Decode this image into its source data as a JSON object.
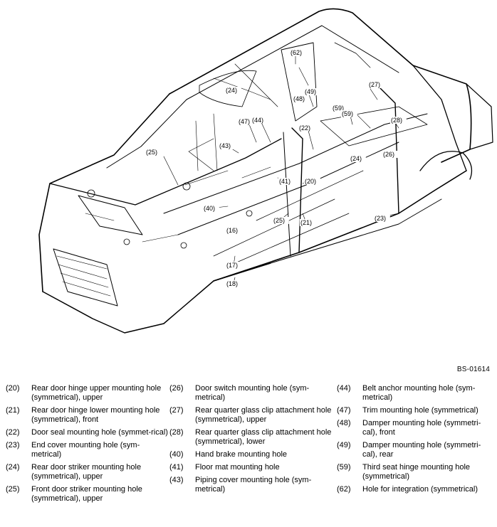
{
  "diagram": {
    "reference_code": "BS-01614",
    "callouts": [
      "(62)",
      "(24)",
      "(48)",
      "(49)",
      "(27)",
      "(47)",
      "(44)",
      "(59)",
      "(59)",
      "(28)",
      "(25)",
      "(43)",
      "(22)",
      "(24)",
      "(26)",
      "(41)",
      "(20)",
      "(40)",
      "(23)",
      "(25)",
      "(21)",
      "(16)",
      "(17)",
      "(18)"
    ]
  },
  "legend": {
    "columns": [
      [
        {
          "num": "(20)",
          "text": "Rear door hinge upper mounting hole (symmetrical), upper"
        },
        {
          "num": "(21)",
          "text": "Rear door hinge lower mounting hole (symmetrical), front"
        },
        {
          "num": "(22)",
          "text": "Door seal mounting hole (symmet-rical)"
        },
        {
          "num": "(23)",
          "text": "End cover mounting hole (sym-metrical)"
        },
        {
          "num": "(24)",
          "text": "Rear door striker mounting hole (symmetrical), upper"
        },
        {
          "num": "(25)",
          "text": "Front door striker mounting hole (symmetrical), upper"
        }
      ],
      [
        {
          "num": "(26)",
          "text": "Door switch mounting hole (sym-metrical)"
        },
        {
          "num": "(27)",
          "text": "Rear quarter glass clip attachment hole (symmetrical), upper"
        },
        {
          "num": "(28)",
          "text": "Rear quarter glass clip attachment hole (symmetrical), lower"
        },
        {
          "num": "(40)",
          "text": "Hand brake mounting hole"
        },
        {
          "num": "(41)",
          "text": "Floor mat mounting hole"
        },
        {
          "num": "(43)",
          "text": "Piping cover mounting hole (sym-metrical)"
        }
      ],
      [
        {
          "num": "(44)",
          "text": "Belt anchor mounting hole (sym-metrical)"
        },
        {
          "num": "(47)",
          "text": "Trim mounting hole (symmetrical)"
        },
        {
          "num": "(48)",
          "text": "Damper mounting hole (symmetri-cal), front"
        },
        {
          "num": "(49)",
          "text": "Damper mounting hole (symmetri-cal), rear"
        },
        {
          "num": "(59)",
          "text": "Third seat hinge mounting hole (symmetrical)"
        },
        {
          "num": "(62)",
          "text": "Hole for integration (symmetrical)"
        }
      ]
    ]
  }
}
